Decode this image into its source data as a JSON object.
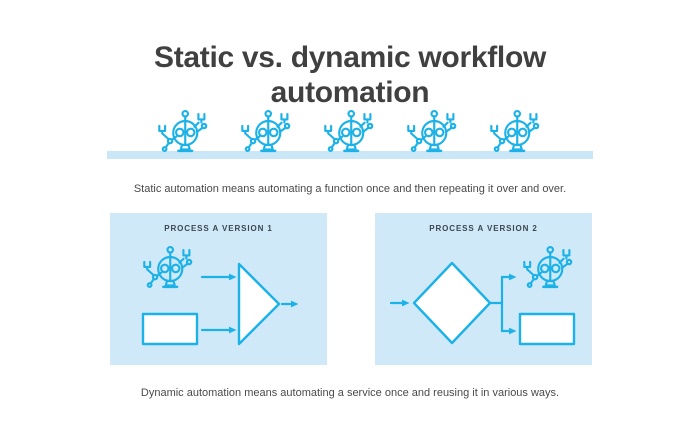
{
  "header": {
    "title": "Static vs. dynamic workflow automation"
  },
  "top_section": {
    "robot_icon": "robot-icon",
    "robot_count": 5,
    "caption": "Static automation means automating a function once and then repeating it over and over."
  },
  "panels": [
    {
      "label": "PROCESS A VERSION 1",
      "shapes": [
        "robot-icon",
        "input-box",
        "merge-triangle"
      ],
      "flow": "robot and box feed into triangle, one output arrow"
    },
    {
      "label": "PROCESS A VERSION 2",
      "shapes": [
        "decision-diamond",
        "robot-icon",
        "output-box"
      ],
      "flow": "one input arrow into diamond, branches to robot and box"
    }
  ],
  "bottom_section": {
    "caption": "Dynamic automation means automating a service once and reusing it in various ways."
  },
  "colors": {
    "accent_cyan": "#1cb2e8",
    "panel_blue": "#cfe9f8",
    "bar_blue": "#c9e7f7",
    "title_gray": "#404040",
    "caption_gray": "#4a4a4a",
    "header_slate": "#3b474f",
    "shape_fill": "#ffffff",
    "page_bg": "#ffffff"
  }
}
